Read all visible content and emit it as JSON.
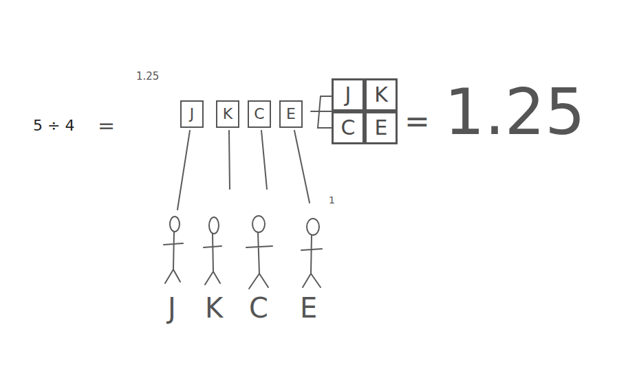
{
  "diagram": {
    "nodes": [
      {
        "text": [
          "J"
        ]
      },
      {
        "text": [
          "K"
        ]
      },
      {
        "text": [
          "C"
        ]
      },
      {
        "text": [
          "E"
        ]
      },
      {
        "text": [
          "J"
        ]
      },
      {
        "text": [
          "K"
        ]
      },
      {
        "text": [
          "C"
        ]
      },
      {
        "text": [
          "E"
        ]
      }
    ],
    "labels": [
      "5 ÷ 4",
      "=",
      "1.25",
      "=",
      "1.25",
      "J",
      "K",
      "C",
      "E",
      "1"
    ]
  }
}
